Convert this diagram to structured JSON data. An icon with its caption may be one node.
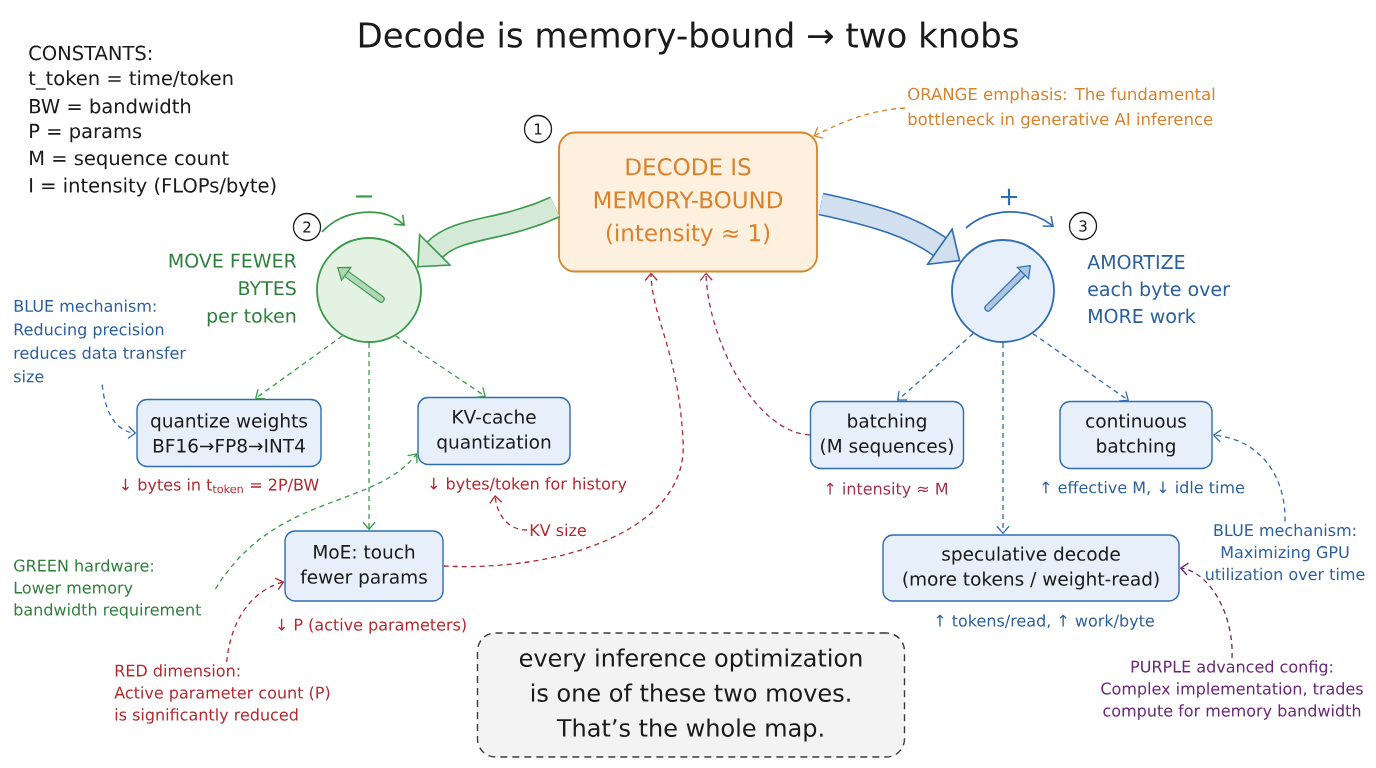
{
  "diagram": {
    "title": "Decode is memory-bound → two knobs",
    "nodes": [
      {
        "text": [
          "DECODE IS MEMORY-BOUND (intensity ≈ 1)"
        ],
        "beside": [
          "1"
        ]
      },
      {
        "text": [
          "ORANGE emphasis: The fundamental bottleneck in generative AI inference"
        ]
      },
      {
        "text": [
          "MOVE FEWER BYTES per token"
        ],
        "beside": [
          "2"
        ]
      },
      {
        "text": [
          "AMORTIZE each byte over MORE work"
        ],
        "beside": [
          "3"
        ]
      },
      {
        "text": [
          "BLUE mechanism:",
          "Reducing precision reduces data transfer size"
        ]
      },
      {
        "text": [
          "quantize weights BF16→FP8→INT4"
        ],
        "beside": [
          "↓ bytes in t$_{token}$ = 2P/BW"
        ]
      },
      {
        "text": [
          "KV-cache quantization"
        ]
      },
      {
        "text": [
          "↓ bytes/token for history"
        ]
      },
      {
        "text": [
          "KV size"
        ]
      },
      {
        "text": [
          "GREEN hardware:",
          "Lower memory bandwidth requirement"
        ]
      },
      {
        "text": [
          "MoE: touch fewer params"
        ],
        "beside": [
          "↓ P (active parameters)"
        ]
      },
      {
        "text": [
          "RED dimension:",
          "Active parameter count (P) is significantly reduced"
        ]
      },
      {
        "text": [
          "batching (M sequences)"
        ],
        "beside": [
          "↑ intensity ≈ M"
        ]
      },
      {
        "text": [
          "continuous batching"
        ],
        "beside": [
          "↑ effective M, ↓ idle time"
        ]
      },
      {
        "text": [
          "BLUE mechanism:",
          "Maximizing GPU utilization over time"
        ]
      },
      {
        "text": [
          "speculative decode (more tokens / weight-read)"
        ],
        "beside": [
          "↑ tokens/read, ↑ work/byte"
        ]
      },
      {
        "text": [
          "PURPLE advanced config:",
          "Complex implementation, trades compute for memory bandwidth"
        ]
      },
      {
        "text": [
          "every inference optimization is one of these two moves. That’s the whole map."
        ]
      }
    ],
    "edges": [
      {
        "from": 1,
        "to": 0,
        "arrow": "to",
        "style": "dashed",
        "color": "#d9822b"
      },
      {
        "from": 0,
        "to": 2,
        "arrow": "to",
        "style": "thick",
        "color": "#3c9a4b"
      },
      {
        "from": 0,
        "to": 3,
        "arrow": "to",
        "style": "thick"
      },
      {
        "from": 4,
        "to": 5,
        "arrow": "to",
        "style": "dashed"
      },
      {
        "from": 2,
        "to": 5,
        "arrow": "to",
        "style": "dashed",
        "color": "#3c9a4b"
      },
      {
        "from": 2,
        "to": 10,
        "arrow": "to",
        "style": "dashed",
        "color": "#3c9a4b"
      },
      {
        "from": 2,
        "to": 6,
        "arrow": "to",
        "style": "dashed",
        "color": "#3c9a4b"
      },
      {
        "from": 8,
        "to": 7,
        "arrow": "to",
        "style": "dashed",
        "color": "#b3282d"
      },
      {
        "from": 9,
        "to": 6,
        "arrow": "to",
        "style": "dashed",
        "color": "#3c9a4b"
      },
      {
        "from": 11,
        "to": 10,
        "arrow": "to",
        "style": "dashed",
        "color": "#b3282d"
      },
      {
        "from": 10,
        "to": 0,
        "arrow": "to",
        "style": "dashed",
        "color": "#b3282d"
      },
      {
        "from": 12,
        "to": 0,
        "arrow": "to",
        "style": "dashed",
        "color": "#a3304f"
      },
      {
        "from": 3,
        "to": 12,
        "arrow": "to",
        "style": "dashed"
      },
      {
        "from": 3,
        "to": 15,
        "arrow": "to",
        "style": "dashed"
      },
      {
        "from": 3,
        "to": 13,
        "arrow": "to",
        "style": "dashed"
      },
      {
        "from": 14,
        "to": 13,
        "arrow": "to",
        "style": "dashed"
      },
      {
        "from": 16,
        "to": 15,
        "arrow": "to",
        "style": "dashed",
        "color": "#6a2577"
      }
    ],
    "labels": [
      "CONSTANTS:",
      "t_token = time/token",
      "BW = bandwidth",
      "P = params",
      "M = sequence count",
      "I = intensity (FLOPs/byte)",
      "−",
      "+"
    ]
  }
}
